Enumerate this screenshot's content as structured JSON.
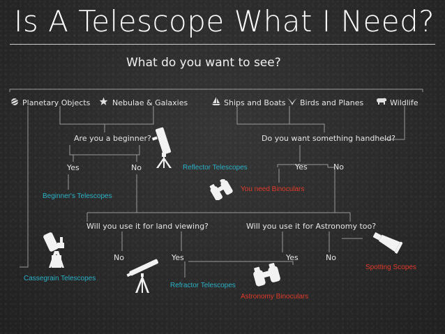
{
  "title": "Is A Telescope What I Need?",
  "subtitle": "What do you want to see?",
  "categories": {
    "planetary": "Planetary Objects",
    "nebulae": "Nebulae & Galaxies",
    "ships": "Ships and Boats",
    "birds": "Birds and Planes",
    "wildlife": "Wildlife"
  },
  "questions": {
    "beginner": "Are you a beginner?",
    "handheld": "Do you want something handheld?",
    "land_viewing": "Will you use it for land viewing?",
    "astronomy_too": "Will you use it for Astronomy too?"
  },
  "answers": {
    "beginner_yes": "Yes",
    "beginner_no": "No",
    "handheld_yes": "Yes",
    "handheld_no": "No",
    "land_no": "No",
    "land_yes": "Yes",
    "astro_yes": "Yes",
    "astro_no": "No"
  },
  "results": {
    "reflector": "Reflector Telescopes",
    "beginners": "Beginner's Telescopes",
    "binoculars": "You need Binoculars",
    "cassegrain": "Cassegrain Telescopes",
    "refractor": "Refractor Telescopes",
    "astronomy_binoculars": "Astronomy Binoculars",
    "spotting": "Spotting Scopes"
  },
  "colors": {
    "background": "#2b2b2b",
    "telescope_result": "#2ab1c6",
    "binocular_result": "#e03a2a",
    "line": "#9a9a9a"
  }
}
